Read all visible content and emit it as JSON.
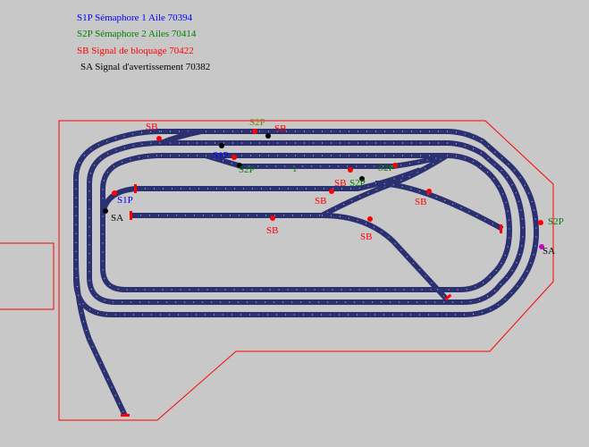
{
  "legend": {
    "s1p": "S1P Sémaphore  1 Aile 70394",
    "s2p": "S2P Sémaphore 2 Ailes 70414",
    "sb": "SB Signal de bloquage 70422",
    "sa": "SA Signal d'avertissement 70382"
  },
  "colors": {
    "background": "#c8c8c8",
    "track": "#2b3070",
    "sleeper": "#aab0d8",
    "buffer": "#ff0000",
    "boundary": "#ff0000",
    "s1p": "#0000ff",
    "s2p": "#008000",
    "sb": "#ff0000",
    "sa": "#000000"
  },
  "signals": {
    "sb_1": "SB",
    "sb_2": "SB",
    "sb_3": "SB",
    "sb_4": "SB",
    "sb_5": "SB",
    "sb_6": "SB",
    "sb_7": "SB",
    "s2p_1": "S2P",
    "s2p_2": "S2P",
    "s2p_3": "S2P",
    "s2p_4": "S2P",
    "s2p_5": "S2P",
    "s1p_1": "S1P",
    "s1p_2": "S1P",
    "sa_1": "SA",
    "sa_2": "SA",
    "marker": "1"
  }
}
